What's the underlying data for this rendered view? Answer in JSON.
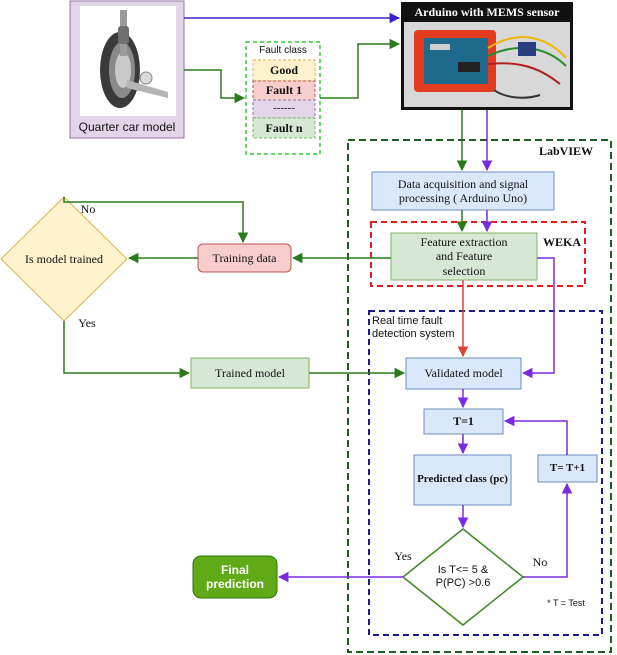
{
  "quarter_car": {
    "caption": "Quarter car model"
  },
  "fault_class": {
    "title": "Fault class",
    "items": [
      {
        "label": "Good"
      },
      {
        "label": "Fault 1"
      },
      {
        "label": "------"
      },
      {
        "label": "Fault n"
      }
    ]
  },
  "arduino": {
    "caption": "Arduino with MEMS sensor"
  },
  "labview": {
    "title": "LabVIEW"
  },
  "weka": {
    "title": "WEKA"
  },
  "realtime": {
    "title": "Real time fault detection system"
  },
  "nodes": {
    "daq": "Data acquisition and signal processing ( Arduino Uno)",
    "feature": "Feature extraction and Feature selection",
    "training": "Training data",
    "decision_trained": "Is model trained",
    "trained_model": "Trained model",
    "validated": "Validated model",
    "t_init": "T=1",
    "predicted": "Predicted class (pc)",
    "t_inc": "T= T+1",
    "decision_test": "Is T<= 5 & P(PC) >0.6",
    "final": "Final prediction"
  },
  "edge_labels": {
    "no_top": "No",
    "yes_left": "Yes",
    "yes_bottom": "Yes",
    "no_bottom": "No"
  },
  "footnote": "* T = Test",
  "colors": {
    "green_arrow": "#2a7a1a",
    "purple_arrow": "#7a2ae0",
    "red_arrow": "#e04030",
    "labview_border": "#1f5c1f",
    "weka_border": "#e01e1e",
    "realtime_border": "#1a1a8c",
    "blue_fill": "#dae8fc",
    "blue_stroke": "#6c8ebf",
    "green_fill": "#d5e8d4",
    "green_stroke": "#82b366",
    "red_fill": "#f8cecc",
    "red_stroke": "#b85450",
    "yellow_fill": "#fff2cc",
    "yellow_stroke": "#d6b656",
    "final_fill": "#60a917",
    "quarter_fill": "#e1d5e7",
    "quarter_stroke": "#9673a6"
  }
}
